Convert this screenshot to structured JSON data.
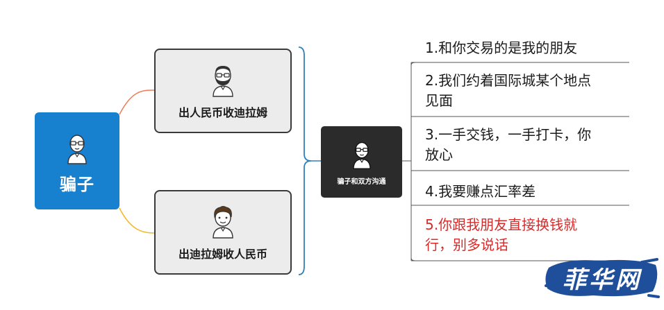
{
  "root": {
    "label": "骗子",
    "icon": "bald-man-glasses-icon"
  },
  "branches": [
    {
      "label": "出人民币收迪拉姆",
      "icon": "bearded-man-icon"
    },
    {
      "label": "出迪拉姆收人民币",
      "icon": "curly-hair-man-icon"
    }
  ],
  "center": {
    "label": "骗子和双方沟通",
    "icon": "bald-man-glasses-icon"
  },
  "items": [
    {
      "lines": [
        "1.和你交易的是我的朋友"
      ]
    },
    {
      "lines": [
        "2.我们约着国际城某个地点",
        "见面"
      ]
    },
    {
      "lines": [
        "3.一手交钱，一手打卡，你",
        "放心"
      ]
    },
    {
      "lines": [
        "4.我要赚点汇率差"
      ]
    },
    {
      "lines": [
        "5.你跟我朋友直接换钱就",
        "行，别多说话"
      ]
    }
  ],
  "watermark": {
    "text": "菲华网"
  },
  "colors": {
    "root_bg": "#1781d0",
    "center_bg": "#2b2b2b",
    "branch_bg": "#ececec",
    "connector_top": "#f07a54",
    "connector_bottom": "#f2b825",
    "bracket": "#2f7fb8",
    "highlight_text": "#d92a2a",
    "watermark_bg": "#1f4f9a"
  }
}
